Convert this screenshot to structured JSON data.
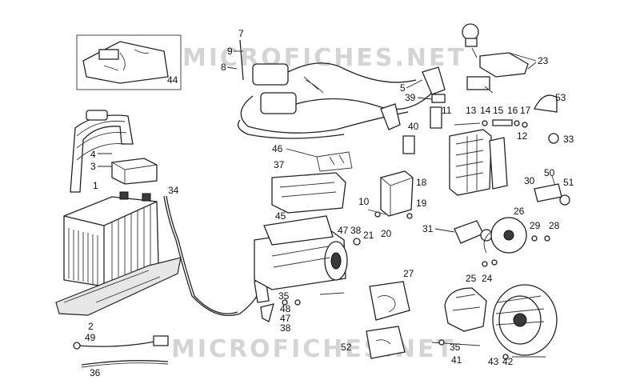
{
  "watermark": {
    "text": "MICROFICHES.NET"
  },
  "callouts": [
    "1",
    "2",
    "3",
    "4",
    "5",
    "7",
    "8",
    "9",
    "10",
    "11",
    "12",
    "13",
    "14",
    "15",
    "16",
    "17",
    "18",
    "19",
    "20",
    "21",
    "23",
    "24",
    "25",
    "26",
    "27",
    "28",
    "29",
    "30",
    "31",
    "33",
    "34",
    "35",
    "36",
    "37",
    "38",
    "38",
    "39",
    "40",
    "41",
    "42",
    "43",
    "44",
    "45",
    "46",
    "47",
    "47",
    "48",
    "49",
    "50",
    "51",
    "52",
    "53"
  ]
}
